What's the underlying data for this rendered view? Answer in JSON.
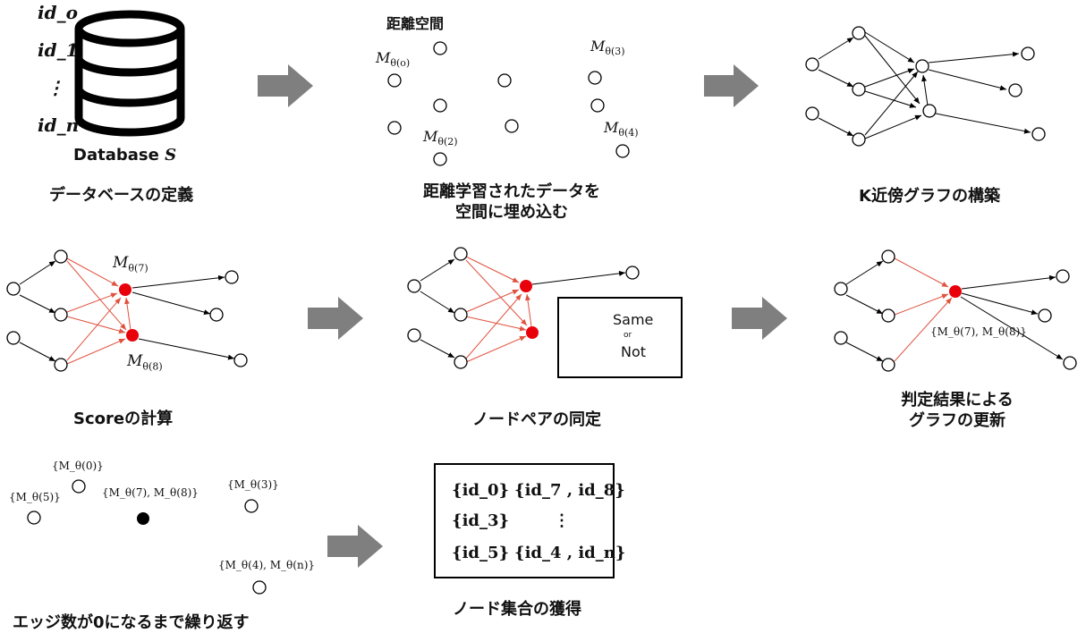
{
  "panel1": {
    "ids": [
      "id_o",
      "id_1",
      "⋮",
      "id_n"
    ],
    "db_label": "Database",
    "db_symbol": "S",
    "caption": "データベースの定義"
  },
  "panel2": {
    "title": "距離空間",
    "caption_line1": "距離学習されたデータを",
    "caption_line2": "空間に埋め込む",
    "labels": {
      "m_o": "M",
      "m_o_sub": "θ(o)",
      "m_3": "M",
      "m_3_sub": "θ(3)",
      "m_2": "M",
      "m_2_sub": "θ(2)",
      "m_4": "M",
      "m_4_sub": "θ(4)"
    }
  },
  "panel3": {
    "caption": "K近傍グラフの構築"
  },
  "panel4": {
    "caption": "Scoreの計算",
    "label_top": "M",
    "label_top_sub": "θ(7)",
    "label_bottom": "M",
    "label_bottom_sub": "θ(8)"
  },
  "panel5": {
    "caption": "ノードペアの同定",
    "same": "Same",
    "or": "or",
    "not": "Not"
  },
  "panel6": {
    "caption_line1": "判定結果による",
    "caption_line2": "グラフの更新",
    "merged_label": "{M_θ(7), M_θ(8)}"
  },
  "panel7": {
    "caption": "エッジ数が0になるまで繰り返す",
    "sets": [
      "{M_θ(0)}",
      "{M_θ(5)}",
      "{M_θ(7), M_θ(8)}",
      "{M_θ(3)}",
      "{M_θ(4), M_θ(n)}"
    ]
  },
  "panel8": {
    "caption": "ノード集合の獲得",
    "rows": [
      [
        "{id_0}",
        "{id_7 , id_8}"
      ],
      [
        "{id_3}",
        "⋮"
      ],
      [
        "{id_5}",
        "{id_4 , id_n}"
      ]
    ]
  },
  "colors": {
    "accent": "#e8000b",
    "arrow": "#7f7f7f",
    "edge_red": "#e0523e"
  }
}
